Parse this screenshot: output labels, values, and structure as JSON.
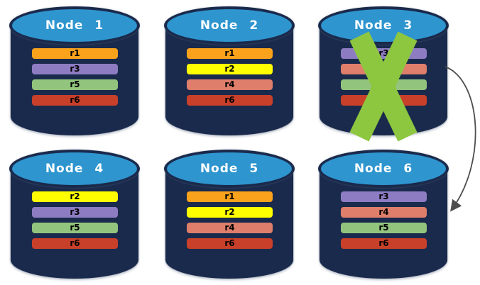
{
  "diagram": {
    "description": "Six database nodes with replicated partitions; one failed node and a failover arrow",
    "failed_node": "Node 3",
    "arrow": {
      "from": "Node 3",
      "to": "Node 6"
    }
  },
  "colors": {
    "background": "#FFFFFF",
    "cylinder_body": "#1A2A4C",
    "cylinder_top": "#2E95CF",
    "node_title_text": "#FFFFFF",
    "replica_label_text": "#000000",
    "failure_x": "#8DC63F",
    "arrow": "#4D4D4D"
  },
  "nodes": [
    {
      "name": "Node 1",
      "failed": false,
      "replicas": [
        {
          "label": "r1",
          "color": "#FAA21B"
        },
        {
          "label": "r3",
          "color": "#8E7CC3"
        },
        {
          "label": "r5",
          "color": "#93C47D"
        },
        {
          "label": "r6",
          "color": "#C8402A"
        }
      ]
    },
    {
      "name": "Node 2",
      "failed": false,
      "replicas": [
        {
          "label": "r1",
          "color": "#FAA21B"
        },
        {
          "label": "r2",
          "color": "#FEFE00"
        },
        {
          "label": "r4",
          "color": "#DE7E6B"
        },
        {
          "label": "r6",
          "color": "#C8402A"
        }
      ]
    },
    {
      "name": "Node 3",
      "failed": true,
      "replicas": [
        {
          "label": "r3",
          "color": "#8E7CC3"
        },
        {
          "label": "r4",
          "color": "#DE7E6B"
        },
        {
          "label": "r5",
          "color": "#93C47D"
        },
        {
          "label": "r6",
          "color": "#C8402A"
        }
      ]
    },
    {
      "name": "Node 4",
      "failed": false,
      "replicas": [
        {
          "label": "r2",
          "color": "#FEFE00"
        },
        {
          "label": "r3",
          "color": "#8E7CC3"
        },
        {
          "label": "r5",
          "color": "#93C47D"
        },
        {
          "label": "r6",
          "color": "#C8402A"
        }
      ]
    },
    {
      "name": "Node 5",
      "failed": false,
      "replicas": [
        {
          "label": "r1",
          "color": "#FAA21B"
        },
        {
          "label": "r2",
          "color": "#FEFE00"
        },
        {
          "label": "r4",
          "color": "#DE7E6B"
        },
        {
          "label": "r6",
          "color": "#C8402A"
        }
      ]
    },
    {
      "name": "Node 6",
      "failed": false,
      "replicas": [
        {
          "label": "r3",
          "color": "#8E7CC3"
        },
        {
          "label": "r4",
          "color": "#DE7E6B"
        },
        {
          "label": "r5",
          "color": "#93C47D"
        },
        {
          "label": "r6",
          "color": "#C8402A"
        }
      ]
    }
  ]
}
